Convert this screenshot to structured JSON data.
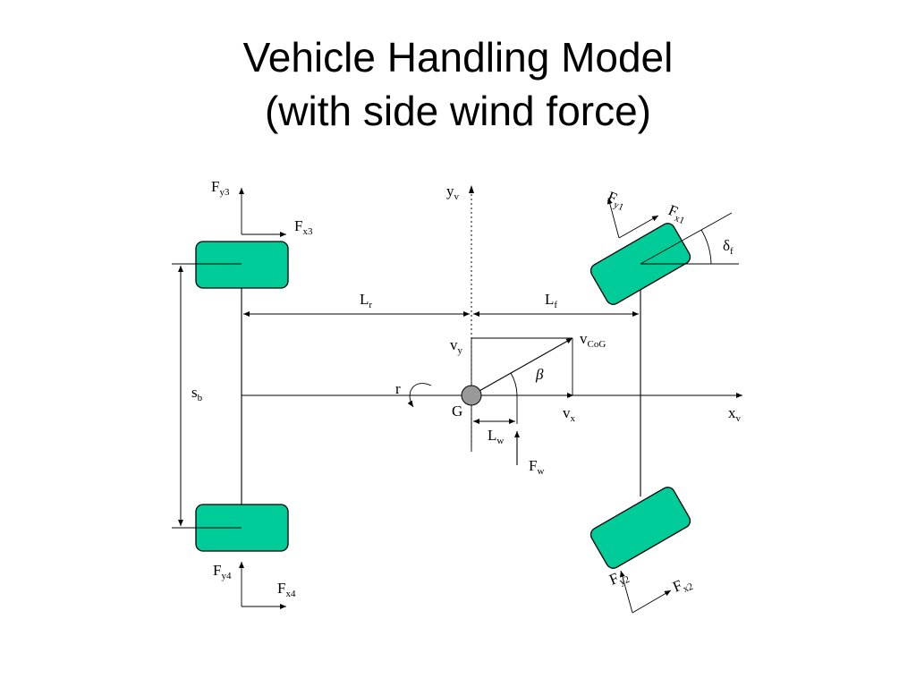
{
  "title": {
    "line1": "Vehicle Handling Model",
    "line2": "(with side wind force)"
  },
  "colors": {
    "wheel": "#00cc99",
    "cog": "#999999"
  },
  "labels": {
    "F": "F",
    "L": "L",
    "v": "v",
    "s": "s",
    "x": "x",
    "y": "y",
    "delta": "δ",
    "beta": "β",
    "r": "r",
    "G": "G",
    "sub_y3": "y3",
    "sub_x3": "x3",
    "sub_y1": "y1",
    "sub_x1": "x1",
    "sub_y4": "y4",
    "sub_x4": "x4",
    "sub_y2": "y2",
    "sub_x2": "x2",
    "sub_r": "r",
    "sub_f": "f",
    "sub_y": "y",
    "sub_x": "x",
    "sub_cog": "CoG",
    "sub_w": "w",
    "sub_b": "b",
    "sub_v": "v"
  }
}
